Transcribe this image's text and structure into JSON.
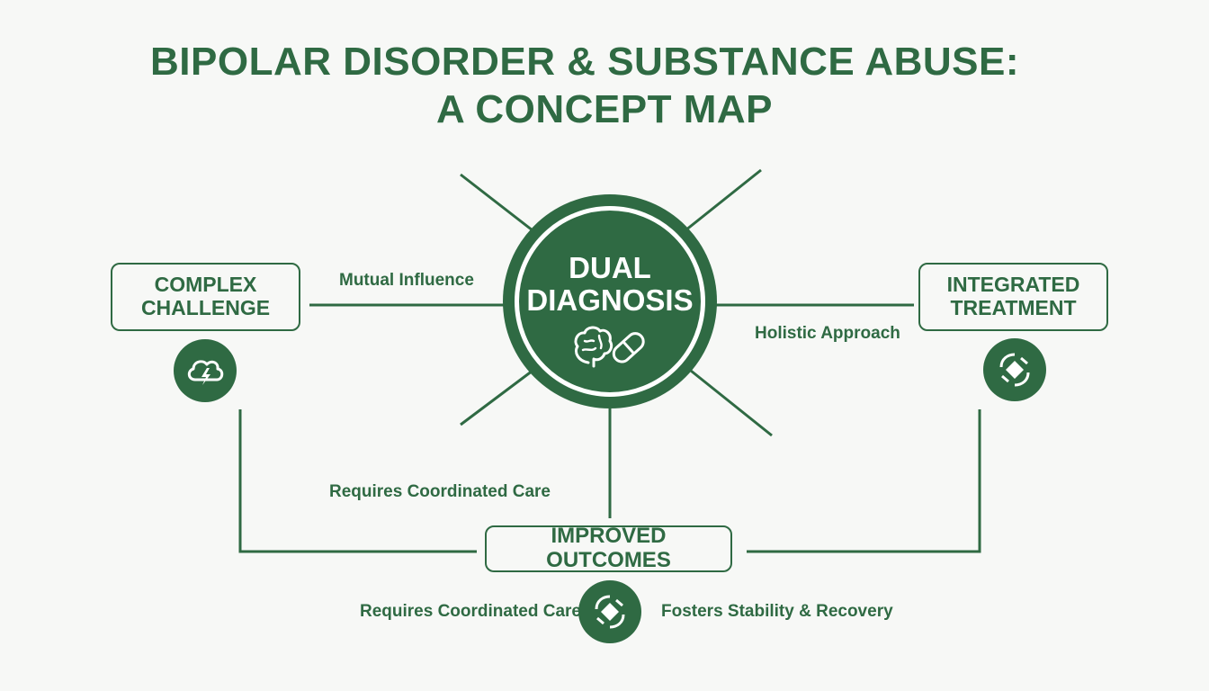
{
  "title": {
    "line1": "BIPOLAR DISORDER & SUBSTANCE ABUSE:",
    "line2": "A CONCEPT MAP"
  },
  "center": {
    "line1": "DUAL",
    "line2": "DIAGNOSIS",
    "icon": "brain-pill-icon"
  },
  "nodes": {
    "left": {
      "line1": "COMPLEX",
      "line2": "CHALLENGE",
      "icon": "storm-cloud-icon"
    },
    "right": {
      "line1": "INTEGRATED",
      "line2": "TREATMENT",
      "icon": "hands-cycle-icon"
    },
    "bottom": {
      "label": "IMPROVED OUTCOMES",
      "icon": "hands-cycle-icon"
    }
  },
  "connections": {
    "mutual_influence": "Mutual Influence",
    "holistic_approach": "Holistic Approach",
    "requires_coordinated_care": "Requires Coordinated Care",
    "requires_coordinated_care_bottom": "Requires Coordinated Care",
    "fosters_stability": "Fosters Stability & Recovery"
  },
  "colors": {
    "accent": "#2f6a43",
    "background": "#f7f8f6"
  }
}
